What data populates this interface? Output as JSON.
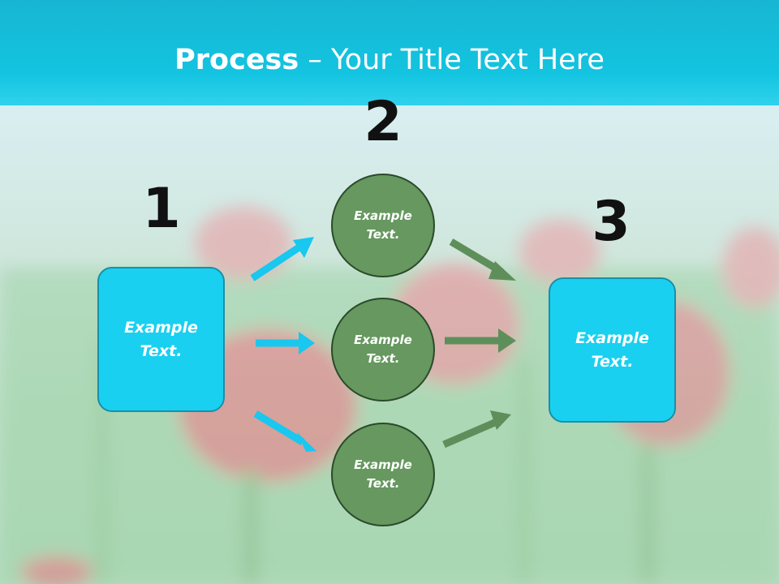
{
  "title": {
    "bold": "Process",
    "rest": " – Your Title Text Here"
  },
  "steps": {
    "one": "1",
    "two": "2",
    "three": "3"
  },
  "left_box": {
    "text": "Example Text."
  },
  "circles": [
    {
      "text": "Example Text."
    },
    {
      "text": "Example Text."
    },
    {
      "text": "Example Text."
    }
  ],
  "right_box": {
    "text": "Example Text."
  },
  "colors": {
    "title_band": "#13c4e0",
    "box_fill": "#19d0f0",
    "circle_fill": "#66985f",
    "arrow_blue": "#19c7ef",
    "arrow_green": "#5e8f5a"
  }
}
